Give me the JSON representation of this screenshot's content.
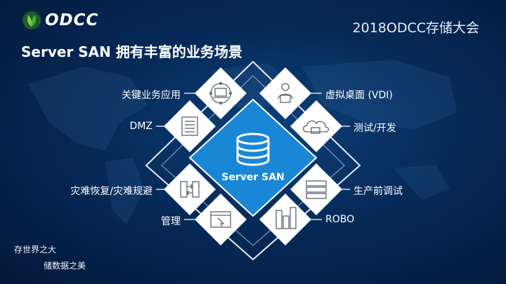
{
  "header": {
    "logo_text": "ODCC",
    "conference_title": "2018ODCC存储大会"
  },
  "slide": {
    "title": "Server SAN 拥有丰富的业务场景"
  },
  "diagram": {
    "center_label": "Server SAN",
    "left_labels": [
      {
        "text": "关键业务应用",
        "icon": "network-monitor-icon"
      },
      {
        "text": "DMZ",
        "icon": "server-rack-icon"
      },
      {
        "text": "灾难恢复/灾难规避",
        "icon": "vm-failover-icon"
      },
      {
        "text": "管理",
        "icon": "browser-cursor-icon"
      }
    ],
    "right_labels": [
      {
        "text": "虚拟桌面 (VDI)",
        "icon": "user-desktop-icon"
      },
      {
        "text": "测试/开发",
        "icon": "cloud-icon"
      },
      {
        "text": "生产前调试",
        "icon": "server-stack-icon"
      },
      {
        "text": "ROBO",
        "icon": "office-buildings-icon"
      }
    ]
  },
  "footer": {
    "slogan_line1": "存世界之大",
    "slogan_line2": "储数据之美"
  },
  "colors": {
    "background": "#062a58",
    "center_tile": "#1a86d6",
    "tile": "#ffffff",
    "icon_stroke": "#5a6470"
  }
}
